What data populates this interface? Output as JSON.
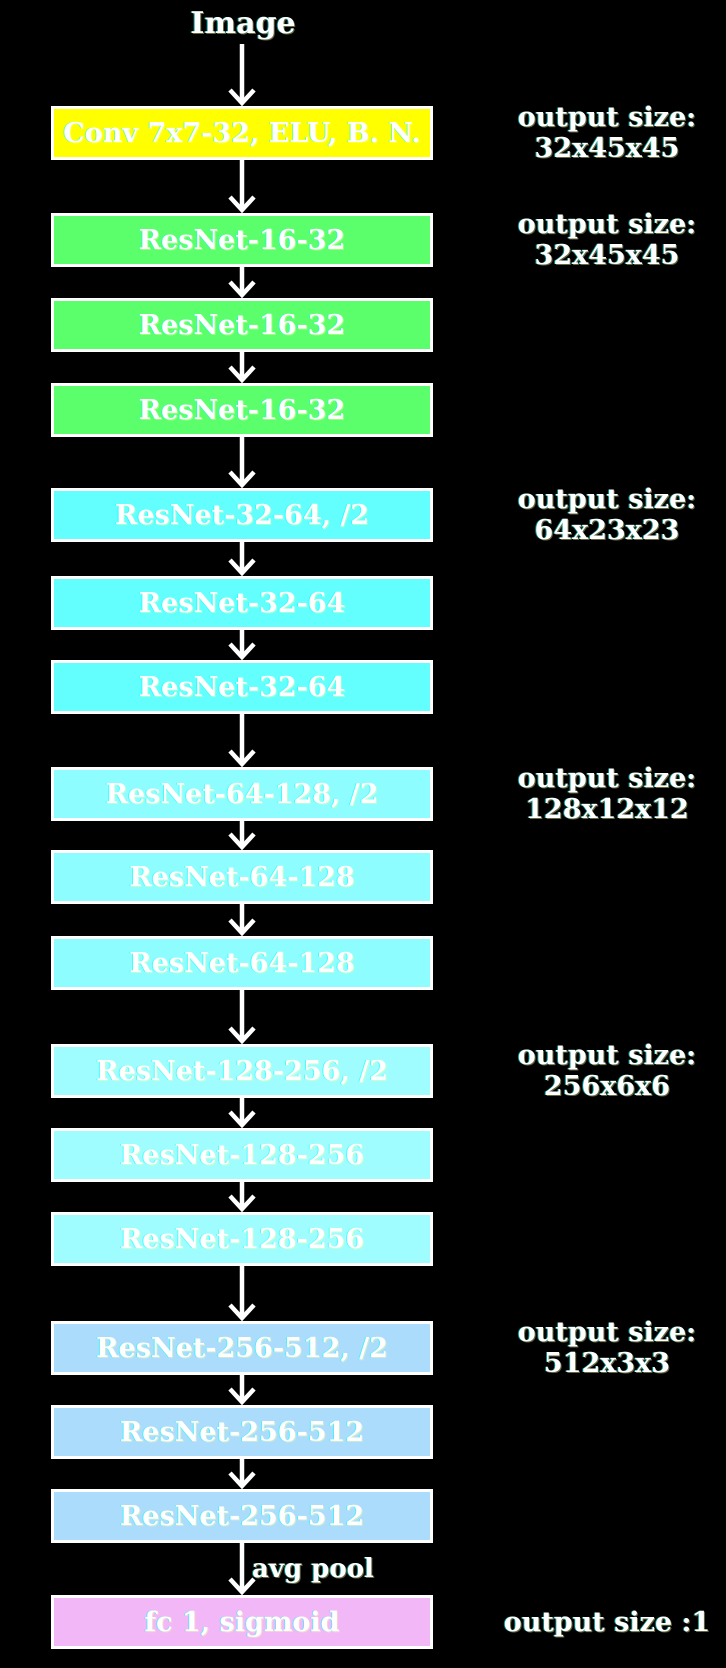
{
  "diagram": {
    "title": "Image",
    "colors": {
      "background": "#000000",
      "border": "#ffffff",
      "arrow": "#ffffff",
      "text": "#ffffff",
      "conv_block": "#ffff00",
      "resnet_16_32_block": "#5aff6b",
      "resnet_32_64_block": "#63ffff",
      "resnet_64_128_block": "#8efdff",
      "resnet_128_256_block": "#9ffdff",
      "resnet_256_512_block": "#abdcfc",
      "fc_block": "#f2b7f7"
    },
    "boxes": [
      {
        "label": "Conv 7x7-32, ELU, B. N.",
        "fill": "#ffff00"
      },
      {
        "label": "ResNet-16-32",
        "fill": "#5aff6b"
      },
      {
        "label": "ResNet-16-32",
        "fill": "#5aff6b"
      },
      {
        "label": "ResNet-16-32",
        "fill": "#5aff6b"
      },
      {
        "label": "ResNet-32-64, /2",
        "fill": "#63ffff"
      },
      {
        "label": "ResNet-32-64",
        "fill": "#63ffff"
      },
      {
        "label": "ResNet-32-64",
        "fill": "#63ffff"
      },
      {
        "label": "ResNet-64-128, /2",
        "fill": "#8efdff"
      },
      {
        "label": "ResNet-64-128",
        "fill": "#8efdff"
      },
      {
        "label": "ResNet-64-128",
        "fill": "#8efdff"
      },
      {
        "label": "ResNet-128-256, /2",
        "fill": "#9ffdff"
      },
      {
        "label": "ResNet-128-256",
        "fill": "#9ffdff"
      },
      {
        "label": "ResNet-128-256",
        "fill": "#9ffdff"
      },
      {
        "label": "ResNet-256-512, /2",
        "fill": "#abdcfc"
      },
      {
        "label": "ResNet-256-512",
        "fill": "#abdcfc"
      },
      {
        "label": "ResNet-256-512",
        "fill": "#abdcfc"
      },
      {
        "label": "fc 1, sigmoid",
        "fill": "#f2b7f7"
      }
    ],
    "arrow_label": "avg pool",
    "output_labels": [
      {
        "line1": "output size:",
        "line2": "32x45x45"
      },
      {
        "line1": "output size:",
        "line2": "32x45x45"
      },
      {
        "line1": "output size:",
        "line2": "64x23x23"
      },
      {
        "line1": "output size:",
        "line2": "128x12x12"
      },
      {
        "line1": "output size:",
        "line2": "256x6x6"
      },
      {
        "line1": "output size:",
        "line2": "512x3x3"
      },
      {
        "line1": "output size :1",
        "line2": ""
      }
    ]
  }
}
